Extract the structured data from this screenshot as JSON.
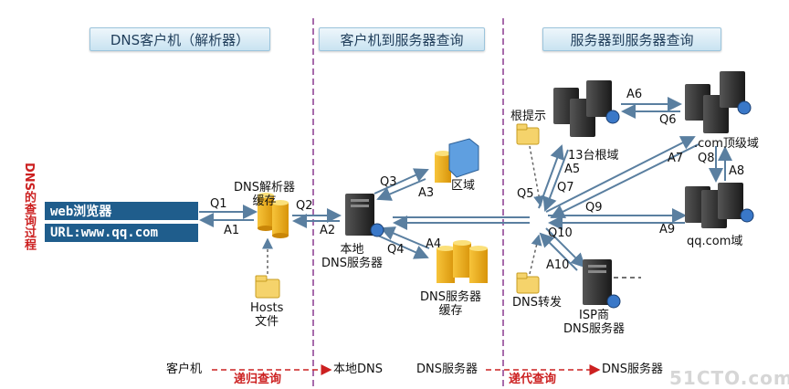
{
  "headers": {
    "client": "DNS客户机（解析器）",
    "client_to_server": "客户机到服务器查询",
    "server_to_server": "服务器到服务器查询"
  },
  "side_label": "DNS的查询过程",
  "browser": {
    "web": "web浏览器",
    "url": "URL:www.qq.com"
  },
  "nodes": {
    "resolver_cache": [
      "DNS解析器",
      "缓存"
    ],
    "hosts": [
      "Hosts",
      "文件"
    ],
    "local_dns": [
      "本地",
      "DNS服务器"
    ],
    "zone": "区域",
    "dns_cache": [
      "DNS服务器",
      "缓存"
    ],
    "root_hint": "根提示",
    "root13": "13台根域",
    "com_tld": ".com顶级域",
    "qq_domain": "qq.com域",
    "dns_forward": "DNS转发",
    "isp": [
      "ISP商",
      "DNS服务器"
    ]
  },
  "edge_labels": {
    "Q1": "Q1",
    "A1": "A1",
    "Q2": "Q2",
    "A2": "A2",
    "Q3": "Q3",
    "A3": "A3",
    "Q4": "Q4",
    "A4": "A4",
    "Q5": "Q5",
    "A5": "A5",
    "Q6": "A6",
    "A6": "Q6",
    "Q7": "Q7",
    "A7": "A7",
    "Q8": "Q8",
    "A8": "A8",
    "Q9": "Q9",
    "A9": "A9",
    "Q10": "Q10",
    "A10": "A10"
  },
  "footer": {
    "client": "客户机",
    "recursive": "递归查询",
    "local_dns": "本地DNS",
    "dns_server": "DNS服务器",
    "iterative": "递代查询",
    "dns_server2": "DNS服务器"
  },
  "watermark": "51CTO.com",
  "colors": {
    "divider": "#8a3a8f",
    "arrow": "#5a7fa0",
    "red": "#cc2020",
    "header_text": "#1f3d5a"
  }
}
